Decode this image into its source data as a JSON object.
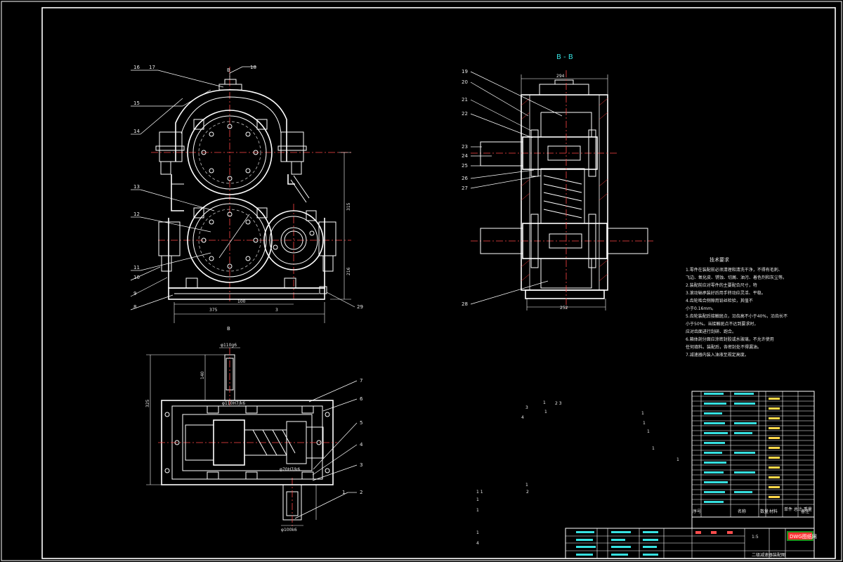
{
  "drawing": {
    "section_title": "B - B",
    "view_marks": {
      "top_b": "B",
      "bottom_b": "B"
    },
    "tech_requirements": {
      "title": "技术要求",
      "lines": [
        "1.零件在装配前必须清理和清洗干净，不得有毛刺、",
        "飞边、氧化皮、锈蚀、切屑、油污、着色剂和灰尘等。",
        "2.装配前应对零件的主要配合尺寸，特",
        "3.滚动轴承装好后用手转动应灵活、平稳。",
        "4.齿轮啮合侧隙用铅丝检验，其值不",
        "小于0.16mm。",
        "5.齿轮装配后接触斑点，沿齿高不小于40%，沿齿长不",
        "小于50%。当接触斑点不达到要求时，",
        "应对齿面进行刮研、跑合。",
        "6.箱体剖分面应涂密封胶或水玻璃，不允许使用",
        "任何填料。装配后，各密封处不得漏油。",
        "7.减速器内装入油液至规定高度。"
      ]
    },
    "front_view_numbers": [
      "16",
      "17",
      "18",
      "15",
      "14",
      "13",
      "12",
      "11",
      "10",
      "9",
      "8",
      "29"
    ],
    "section_numbers": [
      "19",
      "20",
      "21",
      "22",
      "23",
      "24",
      "25",
      "26",
      "27",
      "28"
    ],
    "top_view_numbers": [
      "7",
      "6",
      "5",
      "4",
      "3",
      "2",
      "1"
    ],
    "dimensions": {
      "front_width": "375",
      "front_mid": "100",
      "front_right": "3",
      "height_total": "315",
      "height_mid": "216",
      "section_top": "294",
      "section_bottom": "252",
      "plan_height": "325",
      "plan_shaft": "140",
      "plan_left_label": "φ110g6",
      "plan_bottom_label": "φ100k6",
      "plan_fit_1": "φ110H7/k6",
      "plan_fit_2": "φ70H7/k6"
    },
    "parts_table_header": {
      "seq": "序号",
      "name": "名称",
      "qty": "数量",
      "material": "材料",
      "weight": "单件 总计 重量",
      "remark": "备注"
    },
    "title_block": {
      "sheet": "1:5",
      "drawing_name": "二级减速器装配图",
      "stamp": "DWG图纸网"
    }
  }
}
